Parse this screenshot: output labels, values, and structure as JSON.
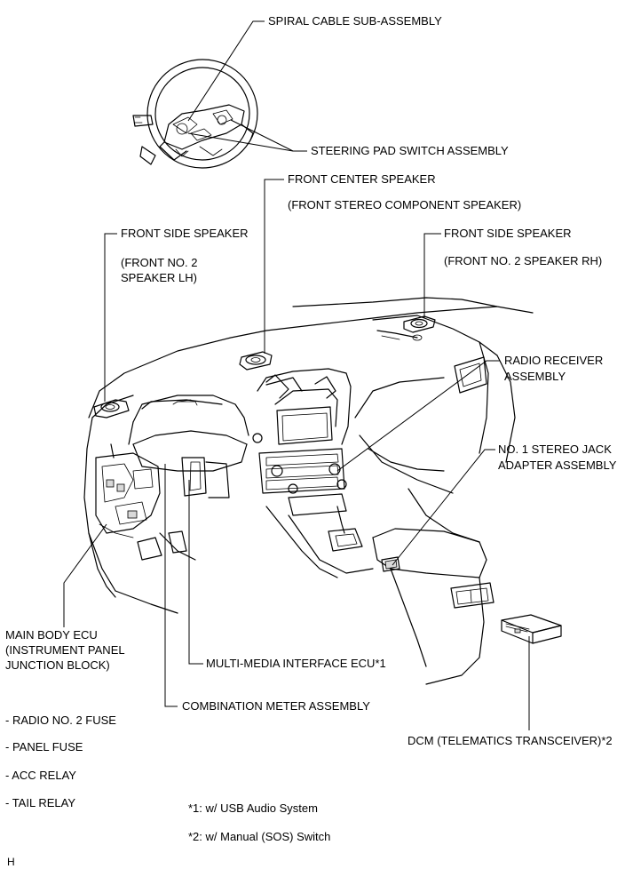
{
  "labels": {
    "spiral_cable": "SPIRAL CABLE SUB-ASSEMBLY",
    "steering_pad": "STEERING PAD SWITCH ASSEMBLY",
    "front_center_speaker": "FRONT CENTER SPEAKER",
    "front_center_speaker_sub": "(FRONT STEREO COMPONENT SPEAKER)",
    "front_side_speaker_lh": "FRONT SIDE SPEAKER",
    "front_side_speaker_lh_sub1": "(FRONT NO. 2",
    "front_side_speaker_lh_sub2": "SPEAKER LH)",
    "front_side_speaker_rh": "FRONT SIDE SPEAKER",
    "front_side_speaker_rh_sub": "(FRONT NO. 2 SPEAKER RH)",
    "radio_receiver_1": "RADIO RECEIVER",
    "radio_receiver_2": "ASSEMBLY",
    "stereo_jack_1": "NO. 1 STEREO JACK",
    "stereo_jack_2": "ADAPTER ASSEMBLY",
    "main_body_ecu_1": "MAIN BODY ECU",
    "main_body_ecu_2": "(INSTRUMENT PANEL",
    "main_body_ecu_3": "JUNCTION BLOCK)",
    "multimedia_ecu": "MULTI-MEDIA INTERFACE ECU*1",
    "combination_meter": "COMBINATION METER ASSEMBLY",
    "dcm": "DCM (TELEMATICS TRANSCEIVER)*2",
    "fuse_list": [
      "- RADIO NO. 2 FUSE",
      "- PANEL FUSE",
      "- ACC RELAY",
      "- TAIL RELAY"
    ],
    "note_1": "*1: w/ USB Audio System",
    "note_2": "*2: w/ Manual (SOS) Switch",
    "corner_mark": "H"
  },
  "icons": {
    "steering_wheel": "steering-wheel-icon",
    "dashboard": "dashboard-icon",
    "dcm_unit": "dcm-unit-icon"
  }
}
